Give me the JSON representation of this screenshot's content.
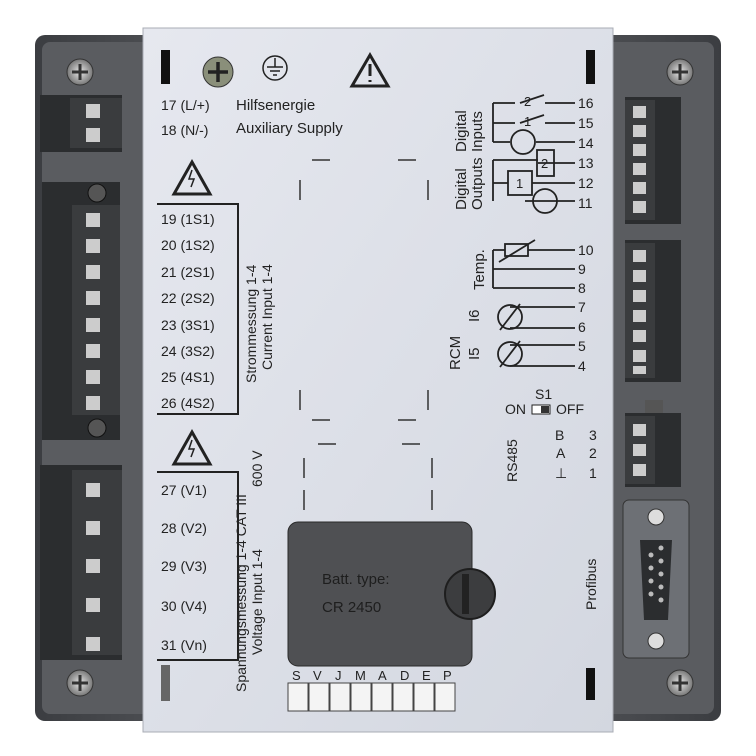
{
  "supply": {
    "terminals": [
      "17 (L/+)",
      "18 (N/-)"
    ],
    "label_de": "Hilfsenergie",
    "label_en": "Auxiliary Supply"
  },
  "current_input": {
    "terminals": [
      "19 (1S1)",
      "20 (1S2)",
      "21 (2S1)",
      "22 (2S2)",
      "23 (3S1)",
      "24 (3S2)",
      "25 (4S1)",
      "26 (4S2)"
    ],
    "label_de": "Strommessung 1-4",
    "label_en": "Current Input 1-4"
  },
  "voltage_input": {
    "terminals": [
      "27 (V1)",
      "28 (V2)",
      "29 (V3)",
      "30 (V4)",
      "31 (Vn)"
    ],
    "label_de": "Spannungsmessung 1-4 CAT III",
    "label_rating": "600 V",
    "label_en": "Voltage Input 1-4"
  },
  "battery": {
    "line1": "Batt. type:",
    "line2": "CR 2450"
  },
  "dip_labels": [
    "S",
    "V",
    "J",
    "M",
    "A",
    "D",
    "E",
    "P"
  ],
  "right_panel": {
    "digital_inputs_1": "Digital",
    "digital_inputs_2": "Inputs",
    "digital_outputs_1": "Digital",
    "digital_outputs_2": "Outputs",
    "io_terminals": [
      "16",
      "15",
      "14",
      "13",
      "12",
      "11"
    ],
    "input_numbers": [
      "2",
      "1"
    ],
    "output_numbers": [
      "2",
      "1"
    ],
    "temp_label": "Temp.",
    "temp_terminals": [
      "10",
      "9",
      "8"
    ],
    "rcm_label": "RCM",
    "rcm_channels": [
      "I5",
      "I6"
    ],
    "rcm_terminals": [
      "7",
      "6",
      "5",
      "4"
    ],
    "switch_label": "S1",
    "switch_on": "ON",
    "switch_off": "OFF",
    "rs485_label": "RS485",
    "rs485_pins": [
      "B",
      "A",
      "⊥"
    ],
    "rs485_terminals": [
      "3",
      "2",
      "1"
    ],
    "profibus_label": "Profibus"
  },
  "colors": {
    "plate": "#dfe2ea",
    "frame": "#4a4c50",
    "connector": "#2e3032",
    "cover": "#4f5053"
  }
}
